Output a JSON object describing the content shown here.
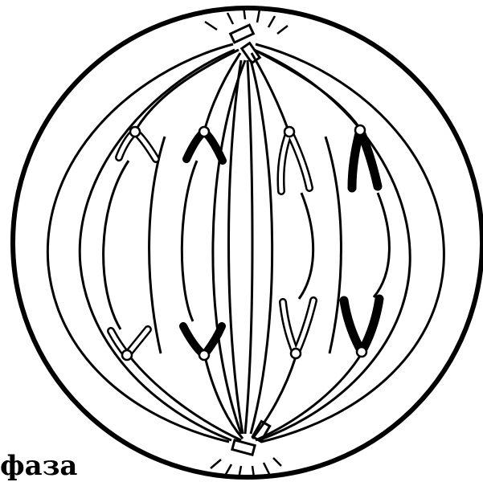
{
  "caption": "фаза",
  "colors": {
    "ink": "#000000",
    "paper": "#ffffff"
  },
  "figure": {
    "cell_icon": "cell-membrane",
    "spindle_icon": "spindle-fibers",
    "centrosome_icon": "centrioles",
    "chromosome_icon": "chromatid"
  }
}
